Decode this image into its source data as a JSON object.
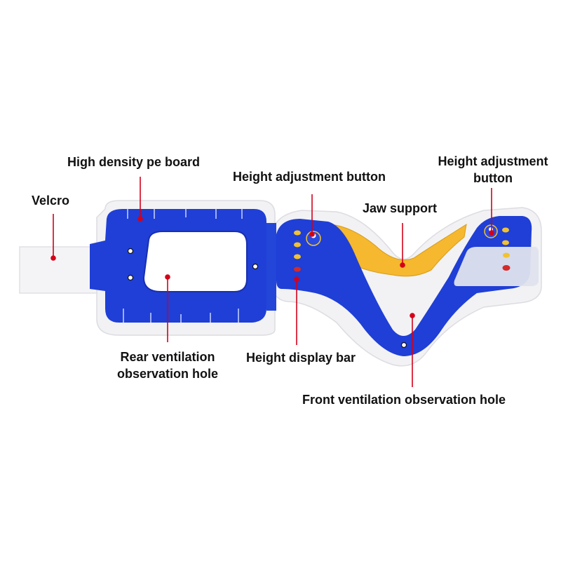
{
  "colors": {
    "board_blue": "#1f3fd6",
    "board_blue_light": "#3a5cf0",
    "foam_white": "#f2f2f4",
    "jaw_yellow": "#f5b82e",
    "leader_red": "#d4001a",
    "button_yellow": "#f2c230",
    "button_red": "#d42a2a"
  },
  "labels": {
    "velcro": "Velcro",
    "pe_board": "High density pe board",
    "height_btn_center": "Height adjustment button",
    "jaw_support": "Jaw support",
    "height_btn_right_1": "Height adjustment",
    "height_btn_right_2": "button",
    "rear_hole_1": "Rear ventilation",
    "rear_hole_2": "observation hole",
    "display_bar": "Height display bar",
    "front_hole": "Front ventilation observation hole"
  }
}
